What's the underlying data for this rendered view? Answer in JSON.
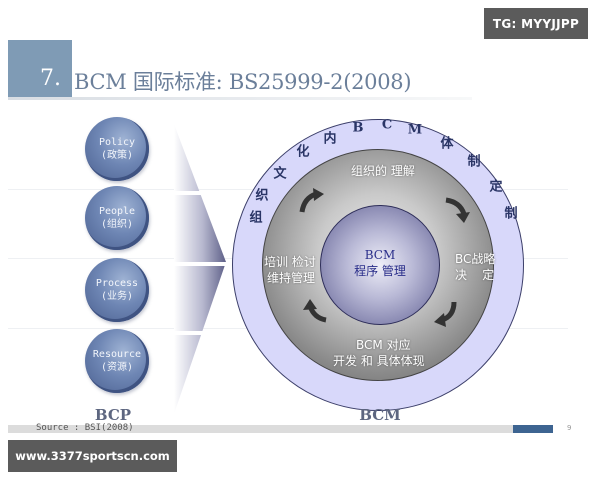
{
  "watermarks": {
    "top_right": "TG: MYYJJPP",
    "bottom_left": "www.3377sportscn.com"
  },
  "slide": {
    "title_number": "7.",
    "title_text": "BCM 国际标准: BS25999-2(2008)",
    "source": "Source : BSI(2008)",
    "page_number": "9",
    "accent_color": "#3d6491",
    "title_block_color": "#7f9bb5"
  },
  "bcp": {
    "label": "BCP",
    "items": [
      {
        "en": "Policy",
        "zh": "(政策)"
      },
      {
        "en": "People",
        "zh": "(组织)"
      },
      {
        "en": "Process",
        "zh": "(业务)"
      },
      {
        "en": "Resource",
        "zh": "(资源)"
      }
    ]
  },
  "bcm": {
    "label": "BCM",
    "outer_ring_text": [
      "组",
      "织",
      "文",
      "化",
      "内",
      "B",
      "C",
      "M",
      "体",
      "制",
      "定",
      "制"
    ],
    "outer_ring_caption": "组织文化内BCM体制定制",
    "cycle": {
      "top": "组织的 理解",
      "right_line1": "BC战略",
      "right_line2": "决    定",
      "bottom_line1": "BCM 对应",
      "bottom_line2": "开发 和 具体体现",
      "left_line1": "培训 检讨",
      "left_line2": "维持管理"
    },
    "core": {
      "line1": "BCM",
      "line2": "程序 管理"
    },
    "colors": {
      "outer_ring": "#d8d8fa",
      "core_text": "#2a2e8a"
    }
  }
}
